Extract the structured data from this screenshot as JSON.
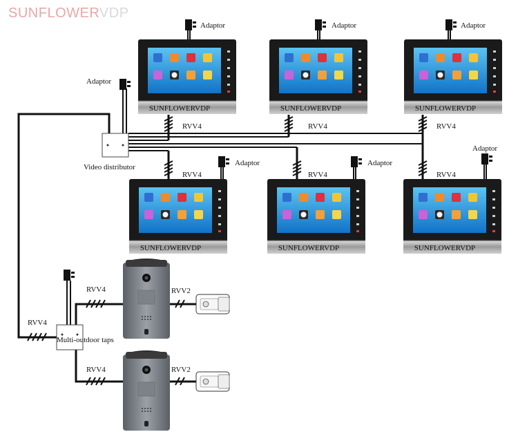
{
  "brand": {
    "name_main": "SUNFLOWER",
    "name_suffix": "VDP"
  },
  "labels": {
    "adaptor": "Adaptor",
    "rvv4": "RVV4",
    "rvv2": "RVV2",
    "video_distributor": "Video distributor",
    "multi_outdoor_taps": "Multi-outdoor taps"
  },
  "monitor": {
    "bezel_brand": "SUNFLOWERVDP"
  },
  "colors": {
    "wire": "#111111",
    "screen_blue": "#1a8fd8",
    "bezel": "#1a1a1a",
    "silver": "#b9b9b9",
    "panel_gray": "#7a7f85",
    "brand_pink": "#e8a7a7"
  },
  "icons": [
    "folder-icon",
    "gear-icon",
    "clock-icon",
    "note-icon",
    "flower-icon",
    "moon-icon",
    "palette-icon",
    "music-icon"
  ]
}
